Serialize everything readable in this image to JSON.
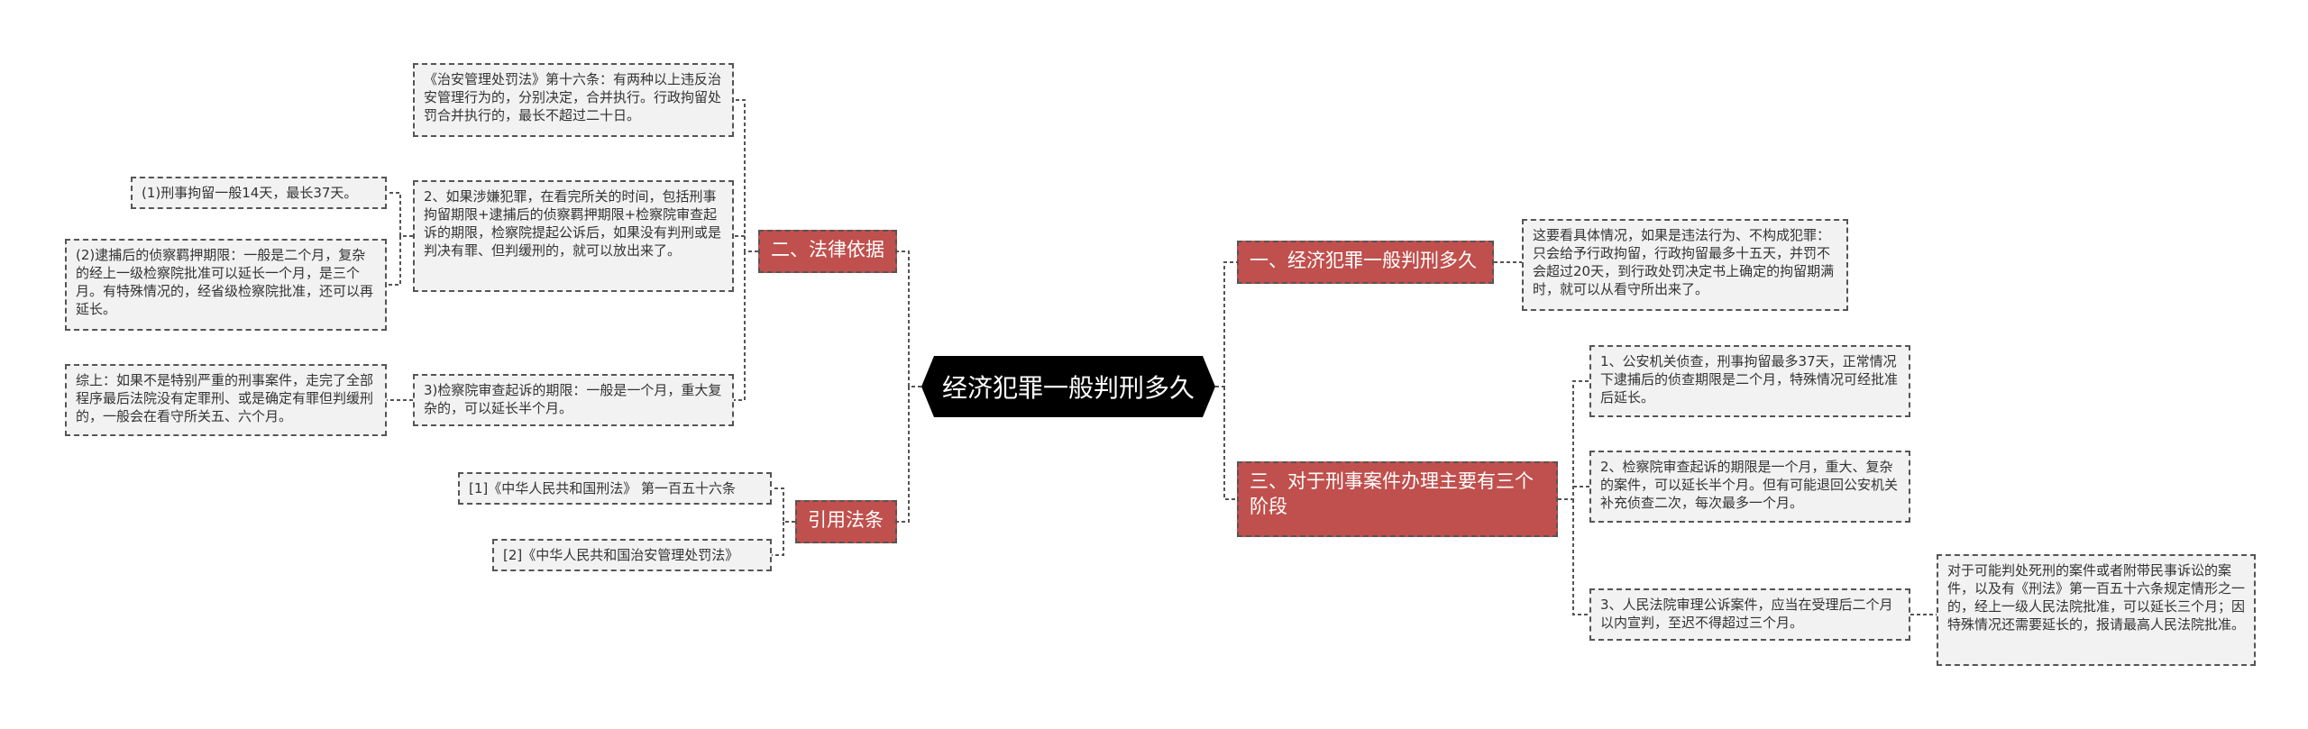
{
  "colors": {
    "branch_fill": "#c0504d",
    "leaf_fill": "#f2f2f2",
    "root_fill": "#000000",
    "line": "#555555"
  },
  "root": {
    "label": "经济犯罪一般判刑多久"
  },
  "right": {
    "b1": {
      "label": "一、经济犯罪一般判刑多久",
      "leaf": "这要看具体情况，如果是违法行为、不构成犯罪：只会给予行政拘留，行政拘留最多十五天，并罚不会超过20天，到行政处罚决定书上确定的拘留期满时，就可以从看守所出来了。"
    },
    "b3": {
      "label": "三、对于刑事案件办理主要有三个阶段",
      "leaf1": "1、公安机关侦查，刑事拘留最多37天，正常情况下逮捕后的侦查期限是二个月，特殊情况可经批准后延长。",
      "leaf2": "2、检察院审查起诉的期限是一个月，重大、复杂的案件，可以延长半个月。但有可能退回公安机关补充侦查二次，每次最多一个月。",
      "leaf3": "3、人民法院审理公诉案件，应当在受理后二个月以内宣判，至迟不得超过三个月。",
      "leaf3_child": "对于可能判处死刑的案件或者附带民事诉讼的案件，以及有《刑法》第一百五十六条规定情形之一的，经上一级人民法院批准，可以延长三个月；因特殊情况还需要延长的，报请最高人民法院批准。"
    }
  },
  "left": {
    "b2": {
      "label": "二、法律依据",
      "leaf1": "《治安管理处罚法》第十六条：有两种以上违反治安管理行为的，分别决定，合并执行。行政拘留处罚合并执行的，最长不超过二十日。",
      "leaf2": "2、如果涉嫌犯罪，在看完所关的时间，包括刑事拘留期限+逮捕后的侦察羁押期限+检察院审查起诉的期限，检察院提起公诉后，如果没有判刑或是判决有罪、但判缓刑的，就可以放出来了。",
      "leaf2_child1": "(1)刑事拘留一般14天，最长37天。",
      "leaf2_child2": "(2)逮捕后的侦察羁押期限：一般是二个月，复杂的经上一级检察院批准可以延长一个月，是三个月。有特殊情况的，经省级检察院批准，还可以再延长。",
      "leaf3": "3)检察院审查起诉的期限：一般是一个月，重大复杂的，可以延长半个月。",
      "leaf3_child": "综上：如果不是特别严重的刑事案件，走完了全部程序最后法院没有定罪刑、或是确定有罪但判缓刑的，一般会在看守所关五、六个月。"
    },
    "b4": {
      "label": "引用法条",
      "leaf1": "[1]《中华人民共和国刑法》 第一百五十六条",
      "leaf2": "[2]《中华人民共和国治安管理处罚法》"
    }
  }
}
